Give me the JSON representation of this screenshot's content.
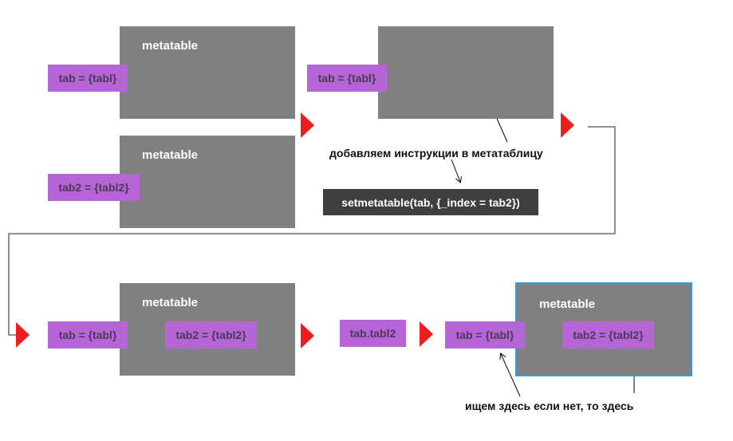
{
  "boxes": {
    "top_left_1": {
      "title": "metatable"
    },
    "top_left_2": {
      "title": "metatable"
    },
    "bottom_left": {
      "title": "metatable"
    },
    "bottom_right": {
      "title": "metatable"
    }
  },
  "chips": {
    "tab": "tab = {tabl}",
    "tab_top_middle": "tab = {tabl}",
    "tab2": "tab2 = {tabl2}",
    "tab_bottom_left": "tab = {tabl}",
    "tab2_bottom_left": "tab2 = {tabl2}",
    "access": "tab.tabl2",
    "tab_bottom_right": "tab = {tabl}",
    "tab2_bottom_right": "tab2 = {tabl2}"
  },
  "captions": {
    "add_instructions": "добавляем инструкции в метатаблицу",
    "search": "ищем здесь если нет, то здесь"
  },
  "code": "setmetatable(tab, {_index = tab2})",
  "colors": {
    "box": "#808080",
    "chip": "#b665d6",
    "arrow": "#ee1c1c",
    "highlight_border": "#2f9bea",
    "code_bg": "#3f3f3f"
  }
}
